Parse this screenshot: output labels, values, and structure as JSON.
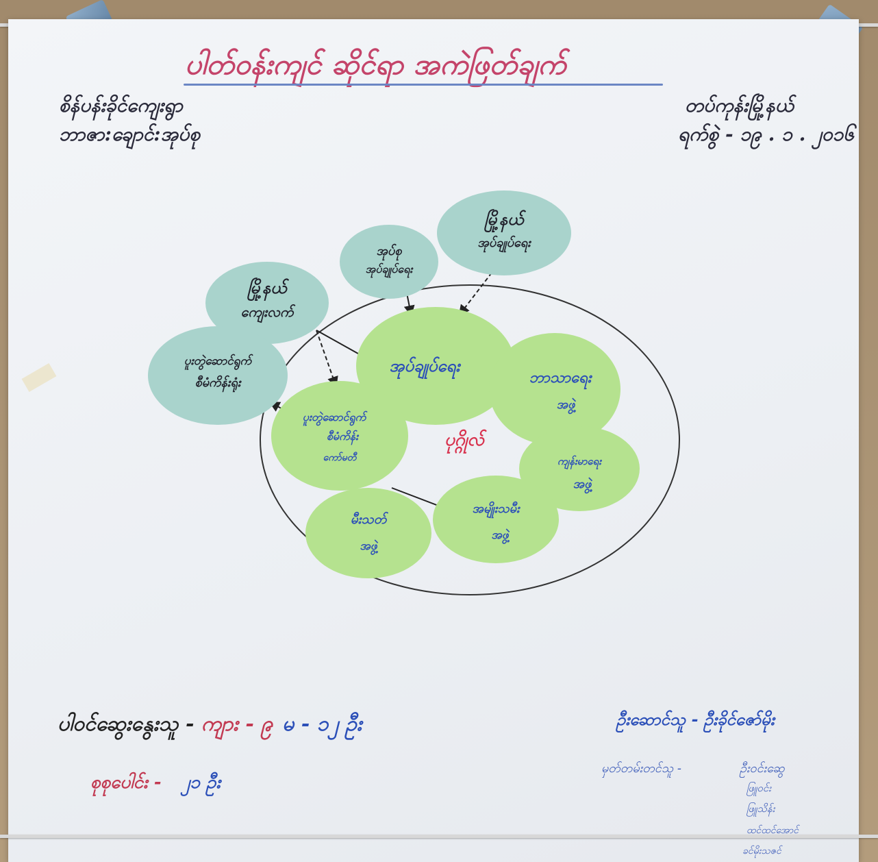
{
  "title": "ပါတ်ဝန်းကျင် ဆိုင်ရာ အကဲဖြတ်ချက်",
  "header_left": [
    "စိန်ပန်းခိုင်ကျေးရွာ",
    "ဘာဇာ:ချောင်:အုပ်စု"
  ],
  "header_right": [
    "တပ်ကုန်းမြို့နယ်",
    "ရက်စွဲ - ၁၉ . ၁ . ၂၀၁၆"
  ],
  "center_label": "ပုဂ္ဂိုလ်",
  "external_bubbles": [
    {
      "id": "ext-1",
      "lines": [
        "အုပ်စု",
        "အုပ်ချုပ်ရေး"
      ]
    },
    {
      "id": "ext-2",
      "lines": [
        "မြို့နယ်",
        "အုပ်ချုပ်ရေး"
      ]
    },
    {
      "id": "ext-3",
      "lines": [
        "မြို့နယ်",
        "ကျေးလက်"
      ]
    },
    {
      "id": "ext-4",
      "lines": [
        "ပူးတွဲဆောင်ရွက်",
        "စီမံကိန်းရုံး"
      ]
    }
  ],
  "internal_bubbles": [
    {
      "id": "int-1",
      "lines": [
        "အုပ်ချုပ်ရေး"
      ]
    },
    {
      "id": "int-2",
      "lines": [
        "ဘာသာရေး",
        "အဖွဲ့"
      ]
    },
    {
      "id": "int-3",
      "lines": [
        "ပူးတွဲဆောင်ရွက်",
        "စီမံကိန်း",
        "ကော်မတီ"
      ]
    },
    {
      "id": "int-4",
      "lines": [
        "ကျန်းမာရေး",
        "အဖွဲ့"
      ]
    },
    {
      "id": "int-5",
      "lines": [
        "အမျိုးသမီး",
        "အဖွဲ့"
      ]
    },
    {
      "id": "int-6",
      "lines": [
        "မီးသတ်",
        "အဖွဲ့"
      ]
    }
  ],
  "footer": {
    "participants_label": "ပါဝင်ဆွေးနွေးသူ - ",
    "participants_values": [
      "ကျား - ၉",
      "မ - ၁၂",
      "ဦး"
    ],
    "total_label": "စုစုပေါင်း - ",
    "total_value": "၂၁ ဦး",
    "facilitator": "ဦးဆောင်သူ - ဦးခိုင်ဇော်မိုး",
    "recorders_label": "မှတ်တမ်းတင်သူ - ",
    "recorders": [
      "ဦးဝင်းဆွေ",
      "ဖြူဝင်း",
      "ဖြူသိန်း",
      "ထင်ထင်အောင်",
      "ခင်မိုးသဇင်"
    ]
  },
  "colors": {
    "external_fill": "#a9d3cc",
    "internal_fill": "#b5e28f",
    "title": "#c4446a",
    "center": "#d8324e",
    "ink_blue": "#2b4fb8",
    "ink_dark": "#1f1f2a"
  }
}
